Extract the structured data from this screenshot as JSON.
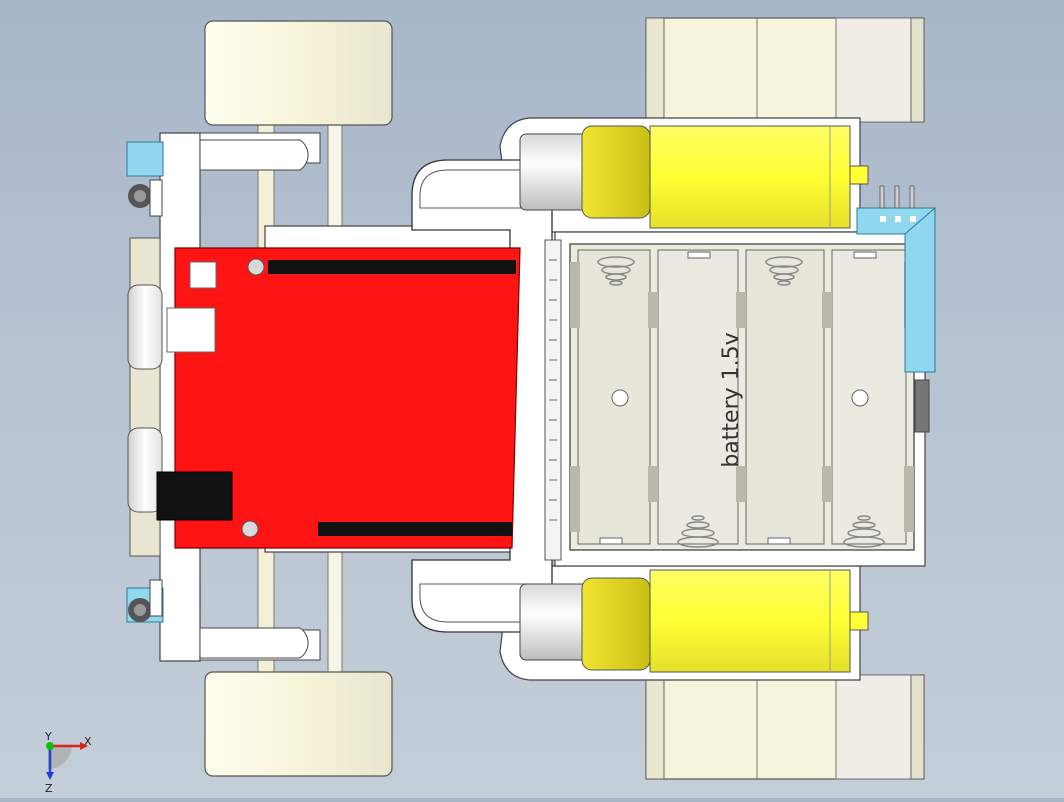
{
  "scene": {
    "battery_label": "battery 1.5v",
    "triad_axes": {
      "x": "X",
      "y": "Y",
      "z": "Z"
    },
    "colors": {
      "background": "#b3c0cf",
      "chassis": "#ffffff",
      "wheel": "#f7f5dd",
      "board": "#ff1414",
      "motor": "#ffff33",
      "sensor": "#8fd8f0",
      "battery_box": "#ecebe0"
    }
  }
}
